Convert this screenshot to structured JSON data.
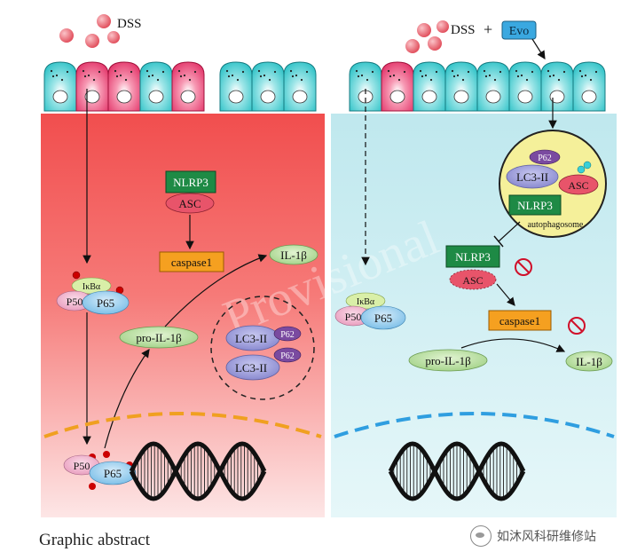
{
  "left_panel": {
    "stimulus": "DSS",
    "complex_nlrp3": "NLRP3",
    "complex_asc": "ASC",
    "caspase": "caspase1",
    "il1b": "IL-1β",
    "pro_il1b": "pro-IL-1β",
    "ikba": "IκBα",
    "p50_top": "P50",
    "p65_top": "P65",
    "p50_bottom": "P50",
    "p65_bottom": "P65",
    "lc3_1": "LC3-II",
    "lc3_2": "LC3-II",
    "p62_1": "P62",
    "p62_2": "P62"
  },
  "right_panel": {
    "stimulus": "DSS",
    "plus": "+",
    "drug": "Evo",
    "auto_p62": "P62",
    "auto_lc3": "LC3-II",
    "auto_asc": "ASC",
    "auto_nlrp3": "NLRP3",
    "autophagosome": "autophagosome",
    "nlrp3": "NLRP3",
    "asc": "ASC",
    "caspase": "caspase1",
    "pro_il1b": "pro-IL-1β",
    "il1b": "IL-1β",
    "ikba": "IκBα",
    "p50": "P50",
    "p65": "P65"
  },
  "watermark": "Provisional",
  "caption": "Graphic abstract",
  "source_mark": "如沐风科研维修站",
  "colors": {
    "left_bg_top": "#f25a5a",
    "left_bg_bottom": "#fde8e8",
    "right_bg": "#c8ecf0",
    "cell_cyan": "#35c8cc",
    "cell_pink": "#e8336a",
    "nlrp3_green": "#1e8a45",
    "asc_pink": "#e8546a",
    "caspase_orange": "#f5a020",
    "il1b_green": "#b8dea0",
    "lc3_purple": "#9a9ad6",
    "p62_purple": "#7a4aa0",
    "autophagy_yellow": "#f5f09a",
    "evo_blue": "#3aa8e0",
    "membrane_orange": "#f0a020",
    "membrane_blue": "#2f9ee0"
  }
}
